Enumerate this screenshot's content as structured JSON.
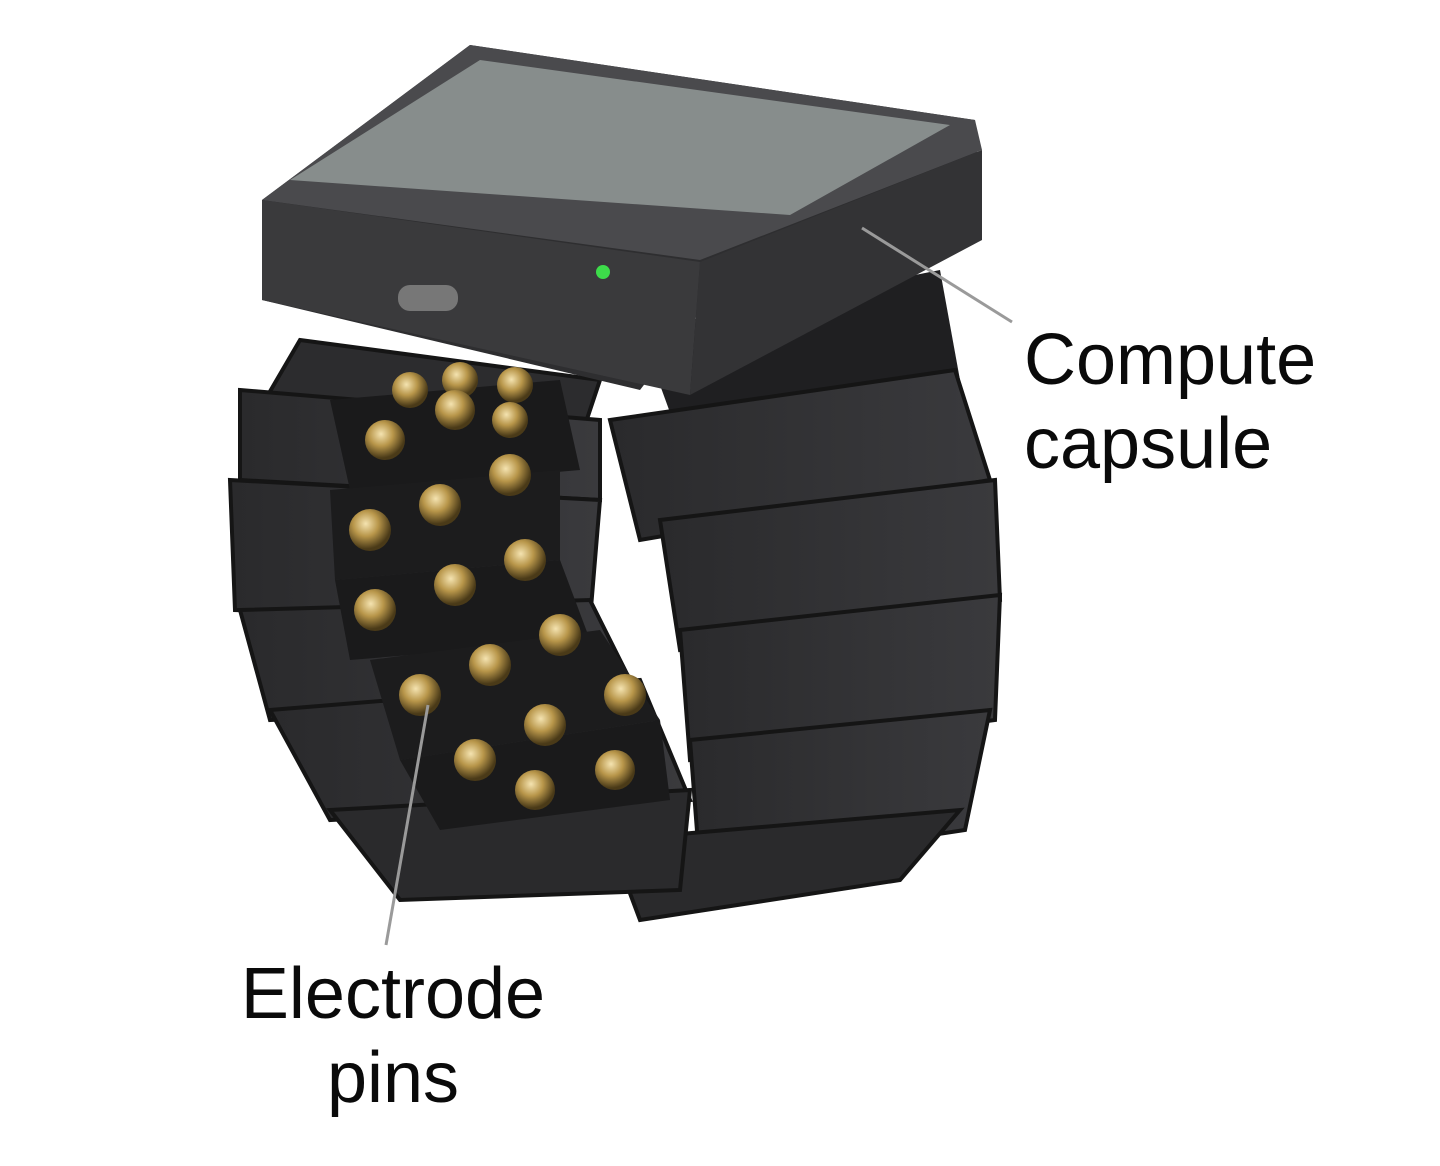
{
  "labels": {
    "compute_capsule": {
      "line1": "Compute",
      "line2": "capsule"
    },
    "electrode_pins": {
      "line1": "Electrode",
      "line2": "pins"
    }
  },
  "colors": {
    "band": "#2b2b2d",
    "capsule": "#3a3a3c",
    "pins": "#b8964a",
    "led": "#3ddc4a",
    "leader_line": "#9a9a9a"
  }
}
